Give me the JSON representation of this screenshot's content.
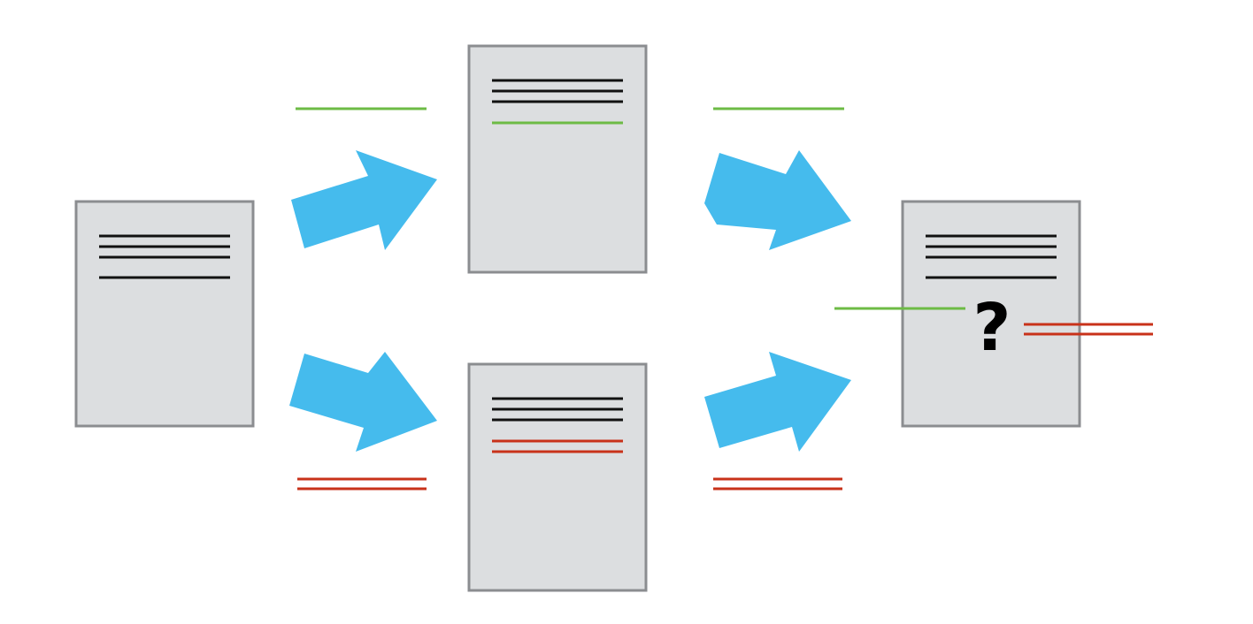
{
  "colors": {
    "background": "#ffffff",
    "doc_fill": "#dcdee0",
    "doc_border": "#8b8d90",
    "text_line": "#111111",
    "green_line": "#6dbb45",
    "red_line": "#c8321a",
    "arrow": "#45bbed"
  },
  "documents": [
    {
      "name": "original-document",
      "lines": [
        "black",
        "black",
        "black",
        "black"
      ]
    },
    {
      "name": "green-edit-document",
      "lines": [
        "black",
        "black",
        "black",
        "green"
      ]
    },
    {
      "name": "red-edit-document",
      "lines": [
        "black",
        "black",
        "black",
        "red",
        "red"
      ]
    },
    {
      "name": "merged-document",
      "lines": [
        "black",
        "black",
        "black",
        "black"
      ]
    }
  ],
  "conflict_marker": "?",
  "icons": [
    "arrow-icon",
    "arrow-icon",
    "arrow-icon",
    "arrow-icon"
  ]
}
